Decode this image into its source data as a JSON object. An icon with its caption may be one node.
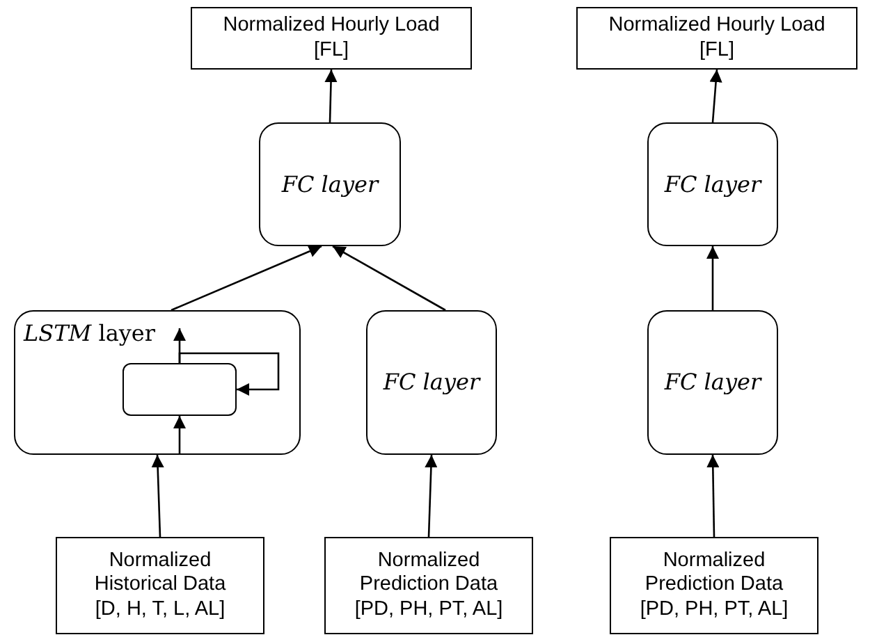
{
  "diagram": {
    "nodes": [
      {
        "text": [
          "Normalized Hourly Load [FL]"
        ]
      },
      {
        "text": [
          "FC layer"
        ]
      },
      {
        "text": [
          "*LSTM* layer"
        ]
      },
      {
        "text": [],
        "shape": "box",
        "in": 2
      },
      {
        "text": [
          "FC layer"
        ]
      },
      {
        "text": [
          "Normalized Historical Data [D, H, T, L, AL]"
        ]
      },
      {
        "text": [
          "Normalized Prediction Data [PD, PH, PT, AL]"
        ]
      },
      {
        "text": [
          "Normalized Hourly Load [FL]"
        ]
      },
      {
        "text": [
          "FC layer"
        ]
      },
      {
        "text": [
          "FC layer"
        ]
      },
      {
        "text": [
          "Normalized Prediction Data [PD, PH, PT, AL]"
        ]
      }
    ],
    "edges": [
      {
        "from": 1,
        "to": 0,
        "arrow": "to"
      },
      {
        "from": 2,
        "to": 1,
        "arrow": "to"
      },
      {
        "from": 4,
        "to": 1,
        "arrow": "to"
      },
      {
        "from": 5,
        "to": 2,
        "arrow": "to"
      },
      {
        "from": null,
        "to": 3,
        "arrow": "to"
      },
      {
        "from": 3,
        "to": null,
        "arrow": "to"
      },
      {
        "from": 3,
        "to": 3,
        "arrow": "to"
      },
      {
        "from": 6,
        "to": 4,
        "arrow": "to"
      },
      {
        "from": 8,
        "to": 7,
        "arrow": "to"
      },
      {
        "from": 9,
        "to": 8,
        "arrow": "to"
      },
      {
        "from": 10,
        "to": 9,
        "arrow": "to"
      }
    ]
  }
}
